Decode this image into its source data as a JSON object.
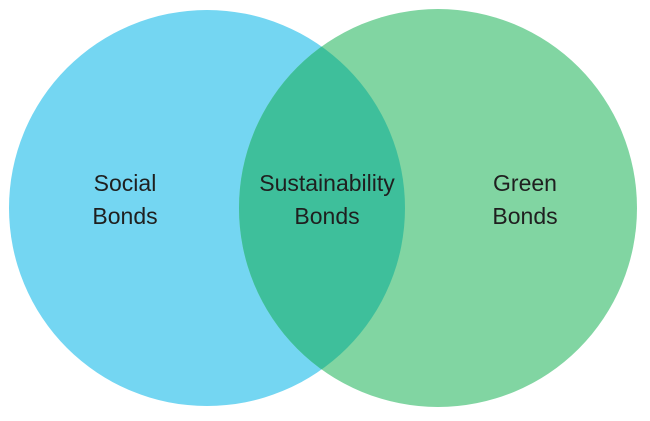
{
  "diagram": {
    "type": "venn",
    "description": "Two-set Venn diagram of bond types",
    "background": "#FFFFFF",
    "text_color": "#1F1F1F",
    "sets": [
      {
        "id": "social-bonds",
        "label": "Social\nBonds",
        "color": "#74D6F2"
      },
      {
        "id": "green-bonds",
        "label": "Green\nBonds",
        "color": "#81D5A2"
      }
    ],
    "overlap": {
      "id": "sustainability-bonds",
      "label": "Sustainability\nBonds",
      "color": "#3EBF9B",
      "member_of": [
        "social-bonds",
        "green-bonds"
      ]
    }
  }
}
